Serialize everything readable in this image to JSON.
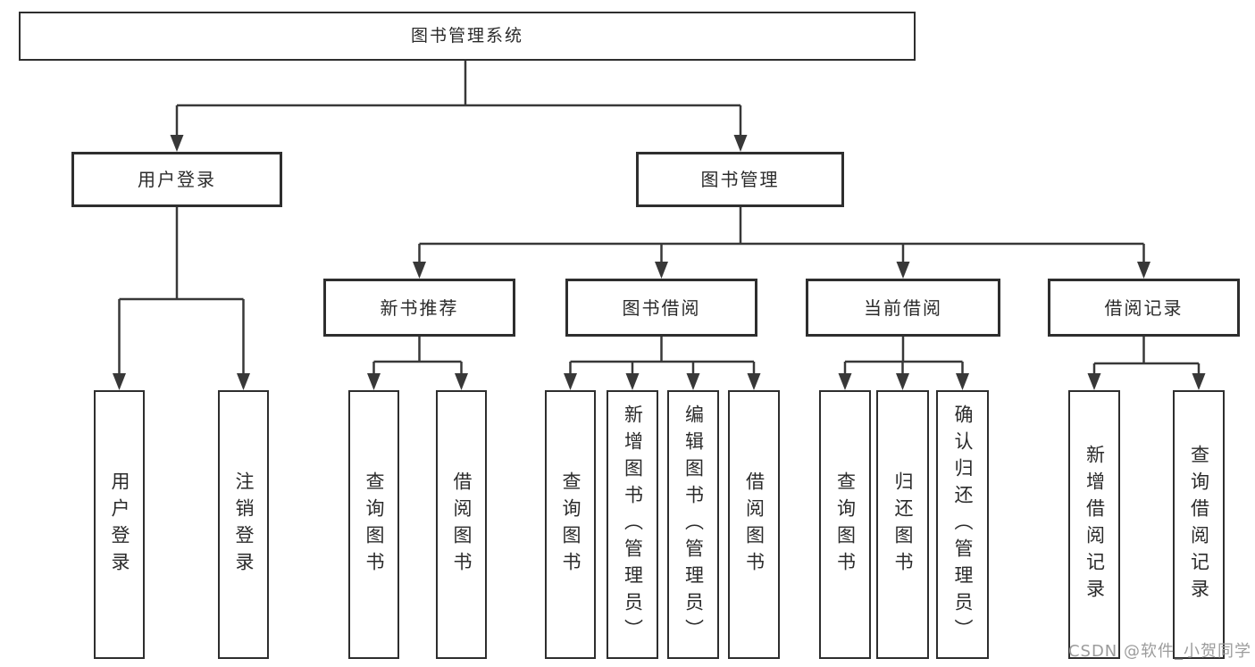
{
  "tree": {
    "label": "图书管理系统",
    "children": [
      {
        "label": "用户登录",
        "children": [
          {
            "label": "用户登录"
          },
          {
            "label": "注销登录"
          }
        ]
      },
      {
        "label": "图书管理",
        "children": [
          {
            "label": "新书推荐",
            "children": [
              {
                "label": "查询图书"
              },
              {
                "label": "借阅图书"
              }
            ]
          },
          {
            "label": "图书借阅",
            "children": [
              {
                "label": "查询图书"
              },
              {
                "label": "新增图书（管理员）"
              },
              {
                "label": "编辑图书（管理员）"
              },
              {
                "label": "借阅图书"
              }
            ]
          },
          {
            "label": "当前借阅",
            "children": [
              {
                "label": "查询图书"
              },
              {
                "label": "归还图书"
              },
              {
                "label": "确认归还（管理员）"
              }
            ]
          },
          {
            "label": "借阅记录",
            "children": [
              {
                "label": "新增借阅记录"
              },
              {
                "label": "查询借阅记录"
              }
            ]
          }
        ]
      }
    ]
  },
  "watermark": {
    "text": "CSDN @软件_小贺同学"
  },
  "colors": {
    "line": "#383838",
    "box_border": "#2e2e2e",
    "text": "#2b2b2b",
    "watermark": "#9c9c9c",
    "background": "#ffffff"
  }
}
